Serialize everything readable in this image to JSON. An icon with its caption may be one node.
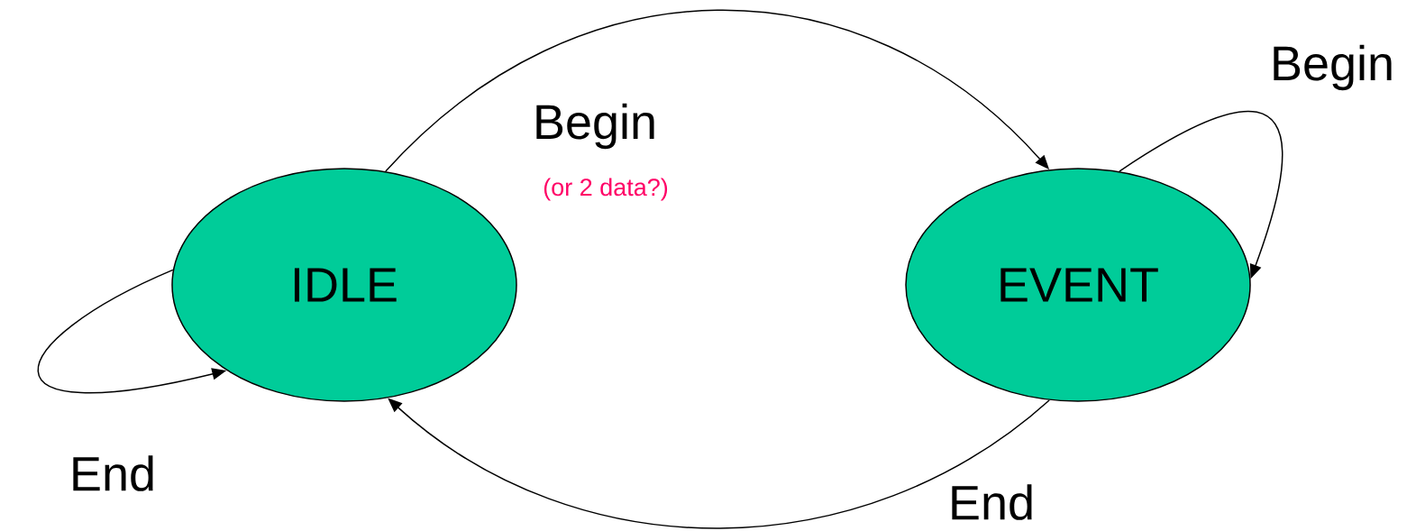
{
  "diagram": {
    "nodes": [
      {
        "text": [
          "IDLE"
        ]
      },
      {
        "text": [
          "EVENT"
        ]
      }
    ],
    "edges": [
      {
        "from": 0,
        "to": 0,
        "arrow": "to",
        "label": "End"
      },
      {
        "from": 0,
        "to": 1,
        "arrow": "to",
        "label": "Begin"
      },
      {
        "from": 1,
        "to": 1,
        "arrow": "to",
        "label": "Begin"
      },
      {
        "from": 1,
        "to": 0,
        "arrow": "to",
        "label": "End"
      }
    ],
    "labels": [
      "(or 2 data?)"
    ]
  }
}
